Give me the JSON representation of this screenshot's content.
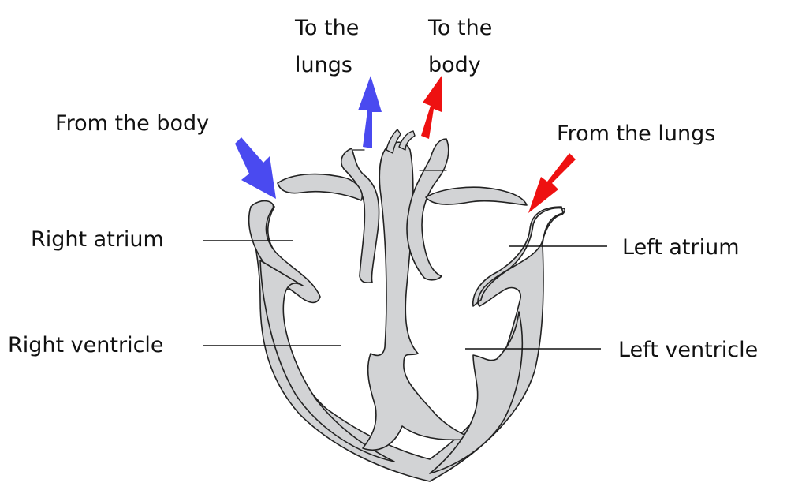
{
  "labels": {
    "to_lungs": [
      "To the",
      "lungs"
    ],
    "to_body": [
      "To the",
      "body"
    ],
    "from_body": "From the body",
    "from_lungs": "From the lungs",
    "right_atrium": "Right atrium",
    "left_atrium": "Left atrium",
    "right_ventricle": "Right ventricle",
    "left_ventricle": "Left ventricle"
  },
  "colors": {
    "deoxygenated_arrow": "#4a4af0",
    "oxygenated_arrow": "#ee1111",
    "heart_fill": "#d2d3d5",
    "heart_outline": "#222222"
  }
}
